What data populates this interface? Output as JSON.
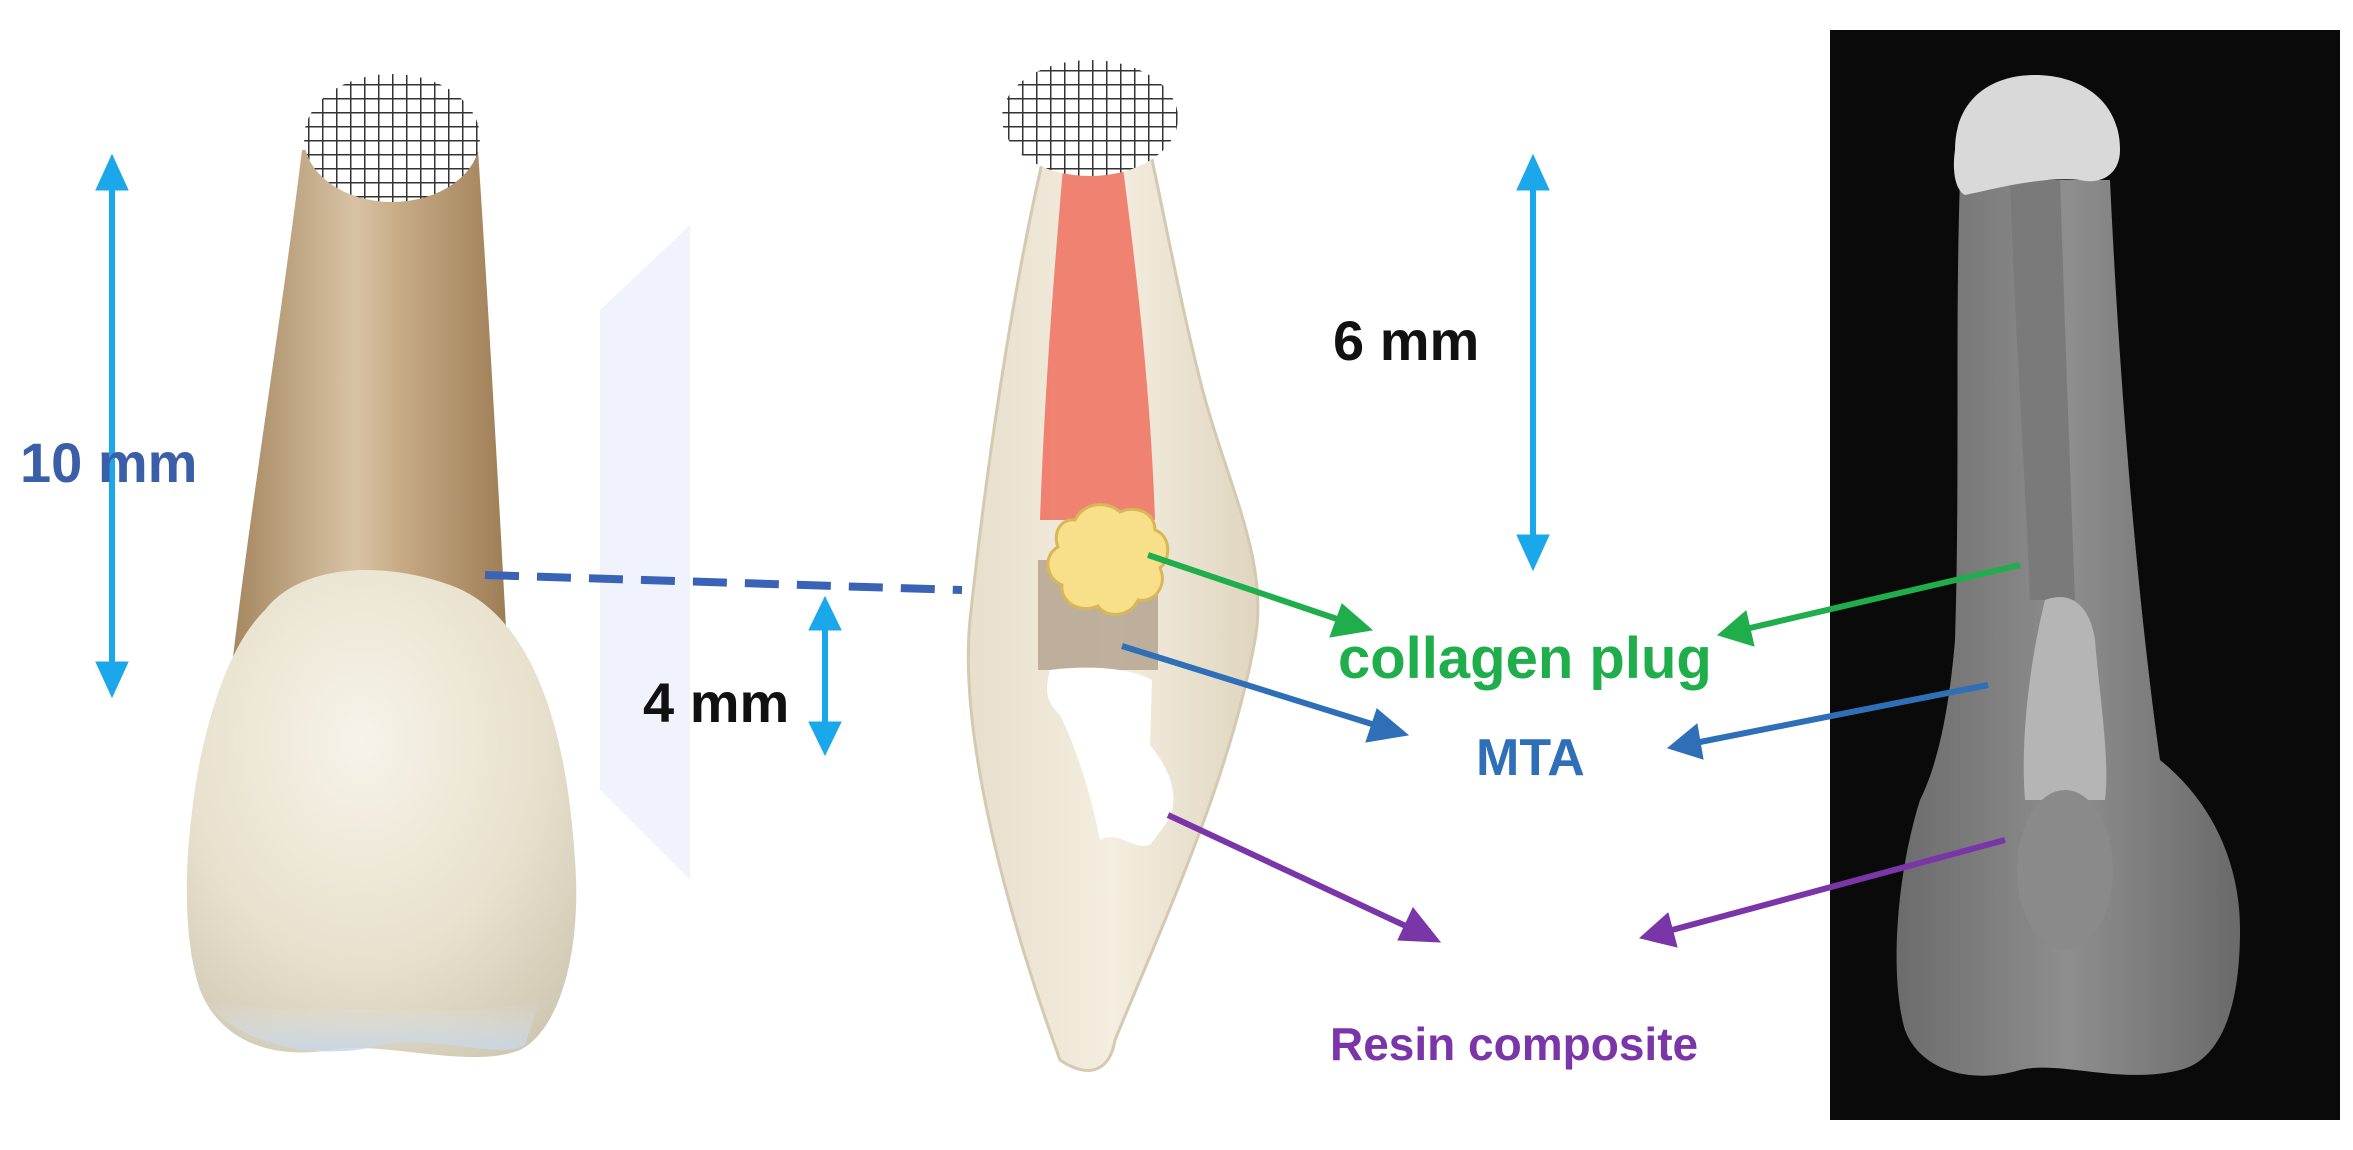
{
  "labels": {
    "ten_mm": "10 mm",
    "four_mm": "4 mm",
    "six_mm": "6 mm",
    "collagen_plug": "collagen plug",
    "mta": "MTA",
    "resin_composite": "Resin composite"
  },
  "colors": {
    "measure_arrow": "#1aa8ea",
    "dash_line": "#3a63b8",
    "ten_mm_text": "#3a5ea8",
    "collagen_arrow": "#1fae4b",
    "mta_arrow": "#2f6fb8",
    "resin_arrow": "#7a35a8",
    "black_text": "#111111"
  }
}
